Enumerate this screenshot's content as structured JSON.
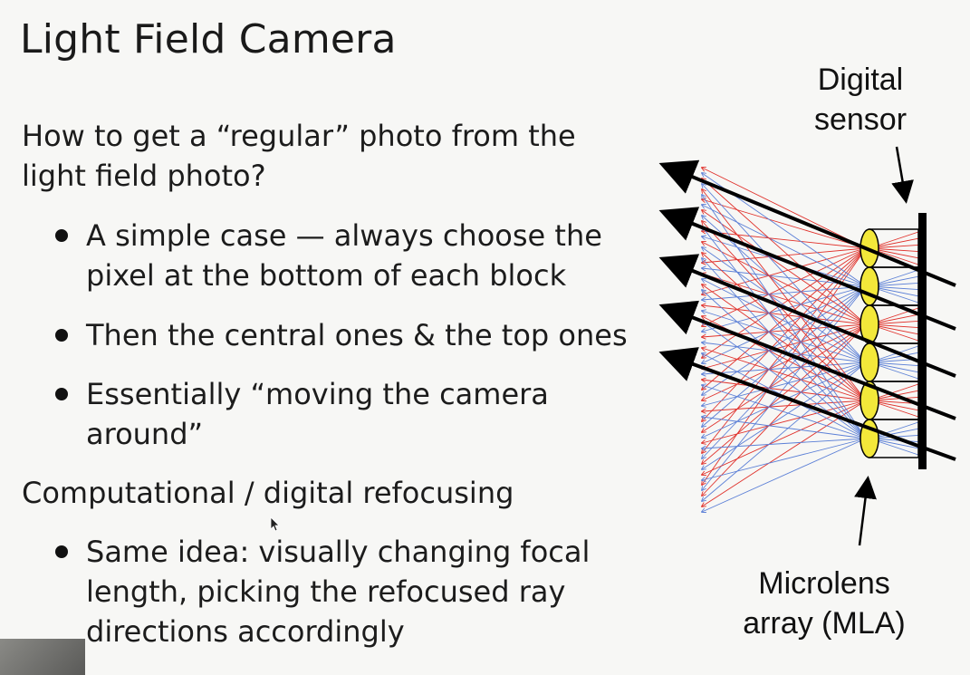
{
  "slide": {
    "title": "Light Field Camera",
    "intro_line1": "How to get a “regular” photo from the",
    "intro_line2": "light field photo?",
    "bullets_a": [
      {
        "line1": "A simple case — always choose the",
        "line2": "pixel at the bottom of each block"
      },
      {
        "line1": "Then the central ones & the top ones",
        "line2": ""
      },
      {
        "line1": "Essentially “moving the camera",
        "line2": "around”"
      }
    ],
    "section2": "Computational / digital refocusing",
    "bullets_b": [
      {
        "line1": "Same idea: visually changing focal",
        "line2": "length, picking the refocused ray",
        "line3": "directions accordingly"
      }
    ]
  },
  "diagram": {
    "sensor_label_line1": "Digital",
    "sensor_label_line2": "sensor",
    "mla_label_line1": "Microlens",
    "mla_label_line2": "array (MLA)",
    "colors": {
      "red_rays": "#e0312b",
      "blue_rays": "#5b7fd6",
      "lens_fill": "#f3e83a",
      "main_rays": "#000000"
    }
  }
}
